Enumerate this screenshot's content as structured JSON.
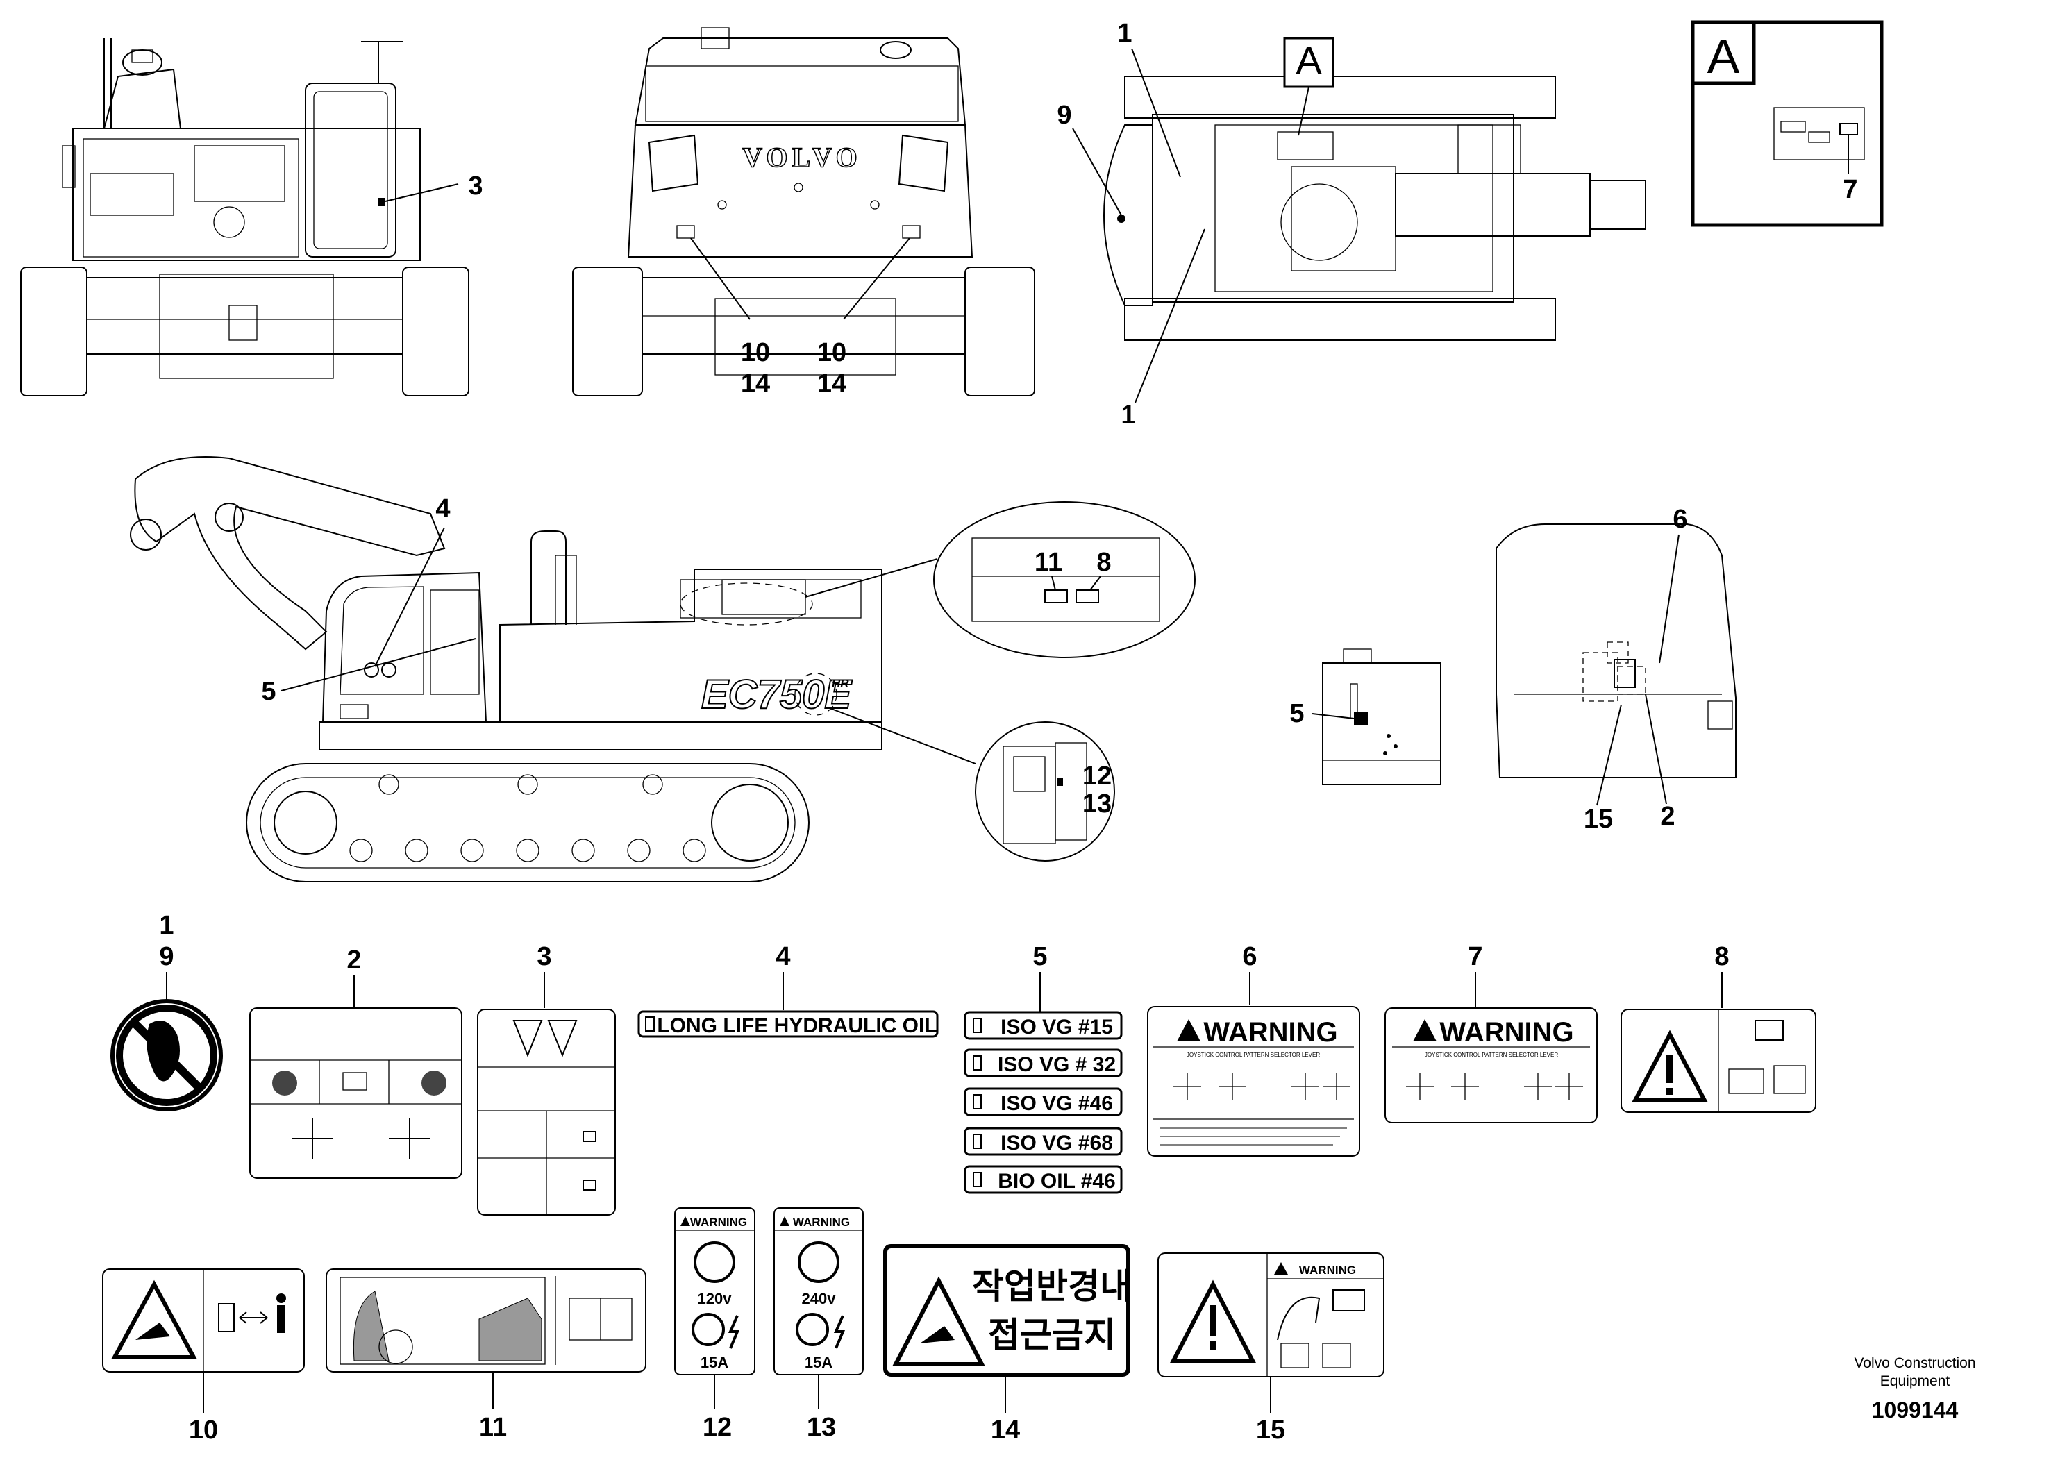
{
  "callouts": {
    "front_c3": "3",
    "rear_c10a": "10",
    "rear_c14a": "14",
    "rear_c10b": "10",
    "rear_c14b": "14",
    "top_c1a": "1",
    "top_c9": "9",
    "top_c1b": "1",
    "top_cA": "A",
    "detailA_title": "A",
    "detailA_c7": "7",
    "side_c4": "4",
    "side_c5": "5",
    "zoom1_c11": "11",
    "zoom1_c8": "8",
    "zoom2_c12": "12",
    "zoom2_c13": "13",
    "oiltank_c5": "5",
    "cab_c6": "6",
    "cab_c15": "15",
    "cab_c2": "2"
  },
  "machine": {
    "brand": "VOLVO",
    "model": "EC750E",
    "model_suffix": "HR"
  },
  "decals": {
    "d1": {
      "num_top": "1",
      "num": "9"
    },
    "d2": {
      "num": "2"
    },
    "d3": {
      "num": "3"
    },
    "d4": {
      "num": "4",
      "text": "LONG LIFE HYDRAULIC OIL"
    },
    "d5": {
      "num": "5",
      "items": [
        "ISO VG #15",
        "ISO VG # 32",
        "ISO VG #46",
        "ISO VG #68",
        "BIO OIL #46"
      ]
    },
    "d6": {
      "num": "6",
      "title": "WARNING",
      "subtitle": "JOYSTICK CONTROL PATTERN SELECTOR LEVER"
    },
    "d7": {
      "num": "7",
      "title": "WARNING",
      "subtitle": "JOYSTICK CONTROL PATTERN SELECTOR LEVER"
    },
    "d8": {
      "num": "8"
    },
    "d10": {
      "num": "10"
    },
    "d11": {
      "num": "11"
    },
    "d12": {
      "num": "12",
      "title": "WARNING",
      "voltage": "120v",
      "amps": "15A"
    },
    "d13": {
      "num": "13",
      "title": "WARNING",
      "voltage": "240v",
      "amps": "15A"
    },
    "d14": {
      "num": "14",
      "line1": "작업반경내",
      "line2": "접근금지"
    },
    "d15": {
      "num": "15",
      "title": "WARNING"
    }
  },
  "footer": {
    "company_line1": "Volvo Construction",
    "company_line2": "Equipment",
    "doc_number": "1099144"
  }
}
